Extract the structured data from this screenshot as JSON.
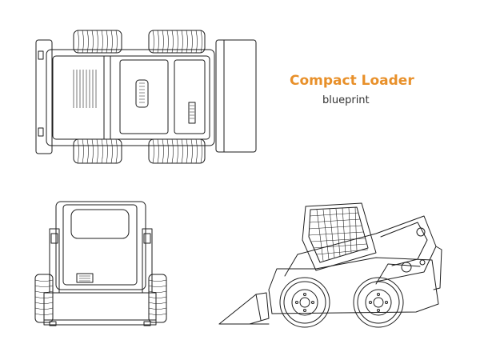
{
  "title": "Compact Loader",
  "subtitle": "blueprint",
  "colors": {
    "title": "#e8902a",
    "line": "#1e1e1e",
    "background": "#ffffff"
  },
  "views": [
    "top-view",
    "front-view",
    "side-view"
  ]
}
